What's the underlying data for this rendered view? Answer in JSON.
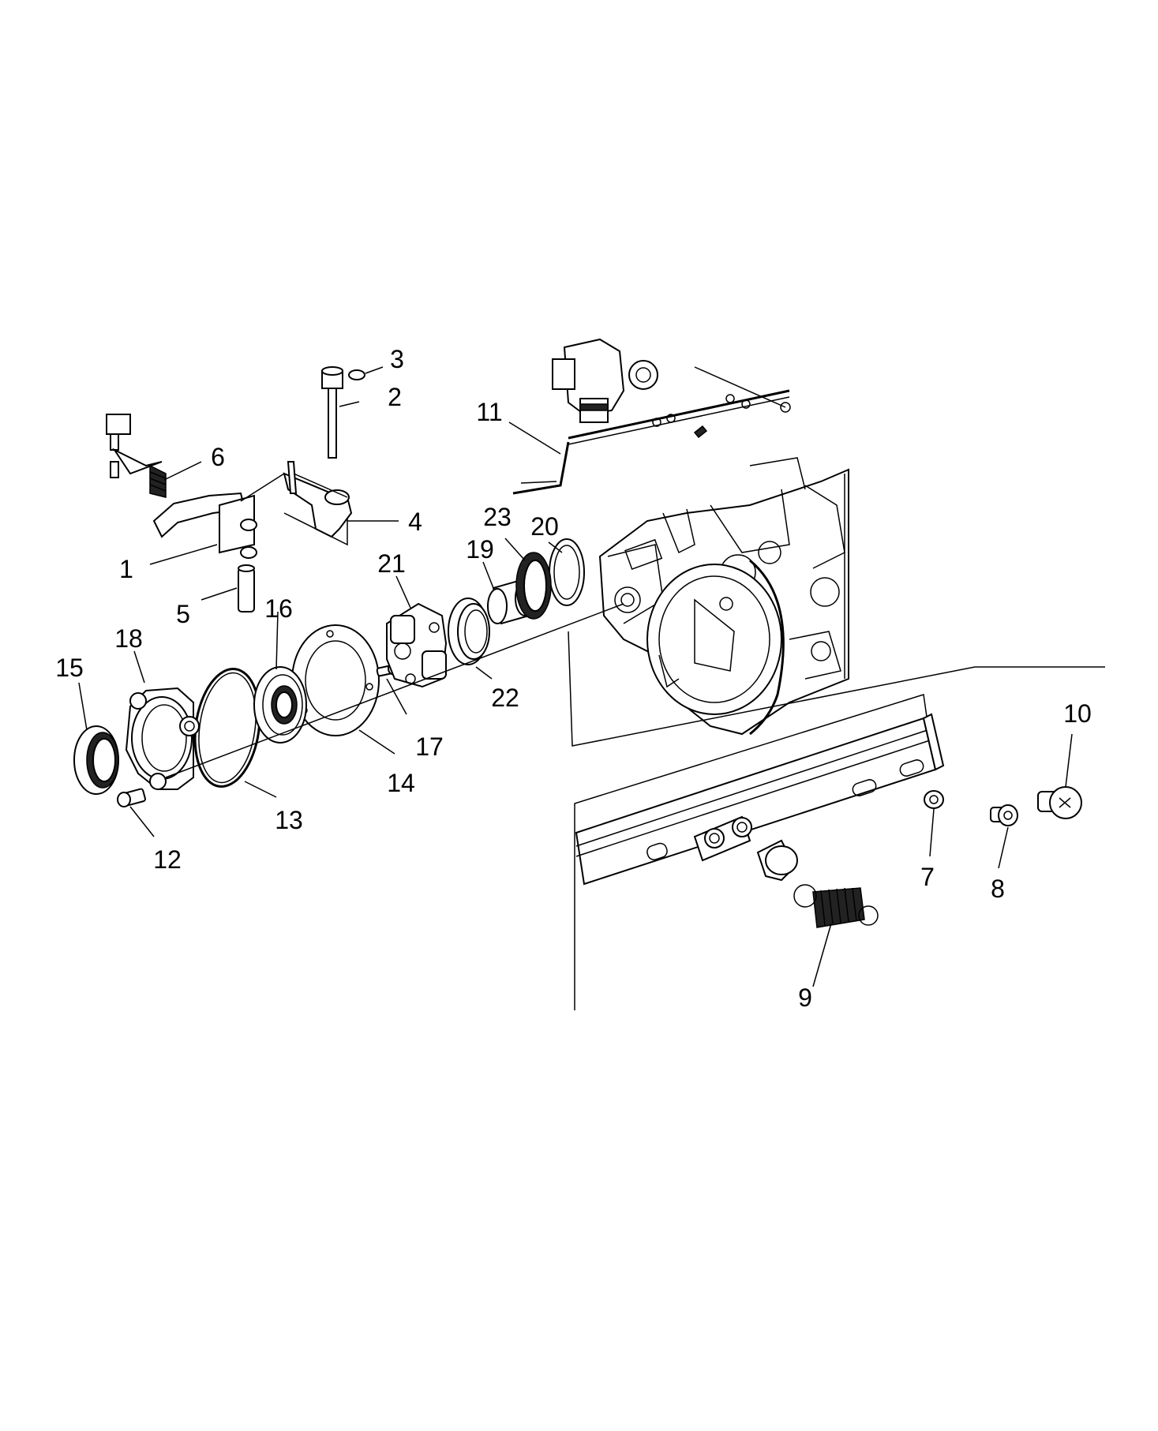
{
  "callouts": [
    "1",
    "2",
    "3",
    "4",
    "5",
    "6",
    "7",
    "8",
    "9",
    "10",
    "11",
    "12",
    "13",
    "14",
    "15",
    "16",
    "17",
    "18",
    "19",
    "20",
    "21",
    "22",
    "23"
  ],
  "icons": [
    "shift-fork-icon",
    "shift-rail-icon",
    "seal-ring-icon",
    "clutch-lever-icon",
    "bushing-pin-icon",
    "return-spring-icon",
    "washer-icon",
    "bolt-icon",
    "tension-spring-icon",
    "plug-bolt-icon",
    "actuator-bracket-icon",
    "screw-icon",
    "gasket-ring-icon",
    "flat-gasket-icon",
    "oil-seal-icon",
    "bearing-icon",
    "dowel-pin-icon",
    "bearing-housing-icon",
    "spacer-sleeve-icon",
    "shim-icon",
    "release-caliper-icon",
    "bearing-race-icon",
    "thrust-washer-icon",
    "transmission-case-icon"
  ]
}
